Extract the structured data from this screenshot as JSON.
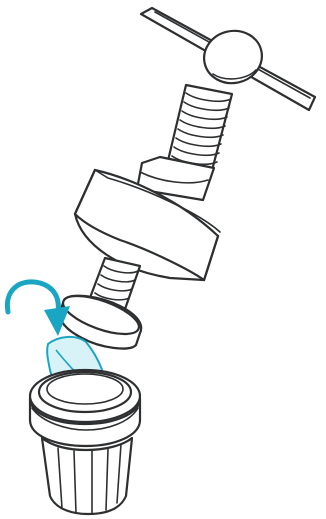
{
  "illustration": {
    "subject": "capsule-press-tool",
    "parts": [
      "t-handle",
      "threaded-screw",
      "press-body",
      "plunger-disc",
      "filter-pouch",
      "capsule-cup"
    ],
    "icon_names": {
      "direction": "curved-arrow-icon"
    }
  },
  "colors": {
    "line": "#2d2f31",
    "accent": "#1aa6c2",
    "pouch_fill": "#d8f3f8",
    "background": "#ffffff"
  }
}
